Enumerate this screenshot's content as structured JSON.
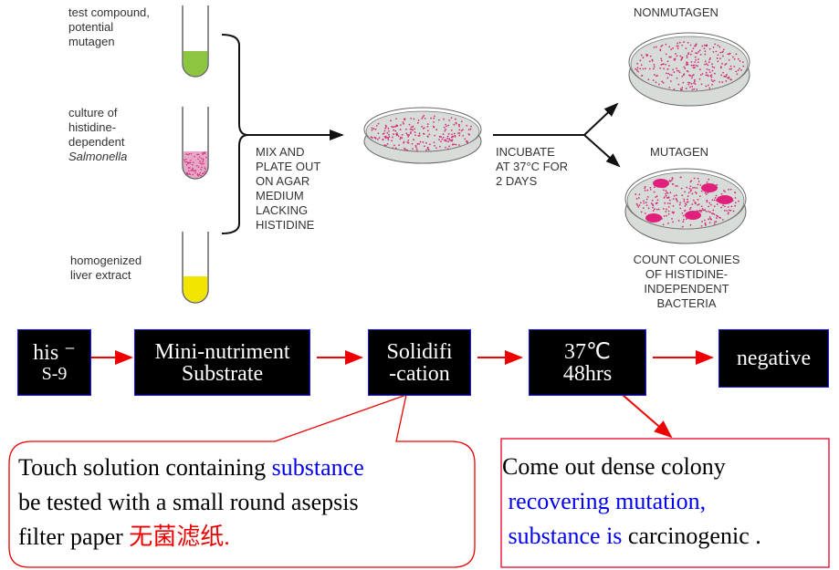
{
  "top_diagram": {
    "tubes": [
      {
        "label_lines": [
          "test compound,",
          "potential",
          "mutagen"
        ],
        "fill": "#8cc63f"
      },
      {
        "label_lines": [
          "culture of",
          "histidine-",
          "dependent",
          "Salmonella"
        ],
        "fill": "#e7a8c8"
      },
      {
        "label_lines": [
          "homogenized",
          "liver extract"
        ],
        "fill": "#f2e600"
      }
    ],
    "mix_step_lines": [
      "MIX AND",
      "PLATE OUT",
      "ON AGAR",
      "MEDIUM",
      "LACKING",
      "HISTIDINE"
    ],
    "incubate_lines": [
      "INCUBATE",
      "AT 37°C FOR",
      "2 DAYS"
    ],
    "nonmutagen_label": "NONMUTAGEN",
    "mutagen_label": "MUTAGEN",
    "count_lines": [
      "COUNT COLONIES",
      "OF HISTIDINE-",
      "INDEPENDENT",
      "BACTERIA"
    ],
    "colors": {
      "dot": "#d0307a",
      "plate": "#d8dcd8",
      "colony": "#e0207a"
    }
  },
  "flow": {
    "steps": [
      {
        "line1": "his ⁻",
        "line2": "S-9"
      },
      {
        "line1": "Mini-nutriment",
        "line2": "Substrate"
      },
      {
        "line1": "Solidifi",
        "line2": "-cation"
      },
      {
        "line1": "37℃",
        "line2": "48hrs"
      },
      {
        "line1": "negative",
        "line2": ""
      }
    ],
    "arrow_color": "#ee0000"
  },
  "callout_left": {
    "line1_a": "Touch solution containing ",
    "line1_b": "substance",
    "line2": "be tested with a small round asepsis",
    "line3_a": "filter paper ",
    "line3_b": "无菌滤纸."
  },
  "callout_right": {
    "line1": "Come out dense colony",
    "line2": " recovering mutation,",
    "line3_a": " substance is",
    "line3_b": " carcinogenic ."
  }
}
